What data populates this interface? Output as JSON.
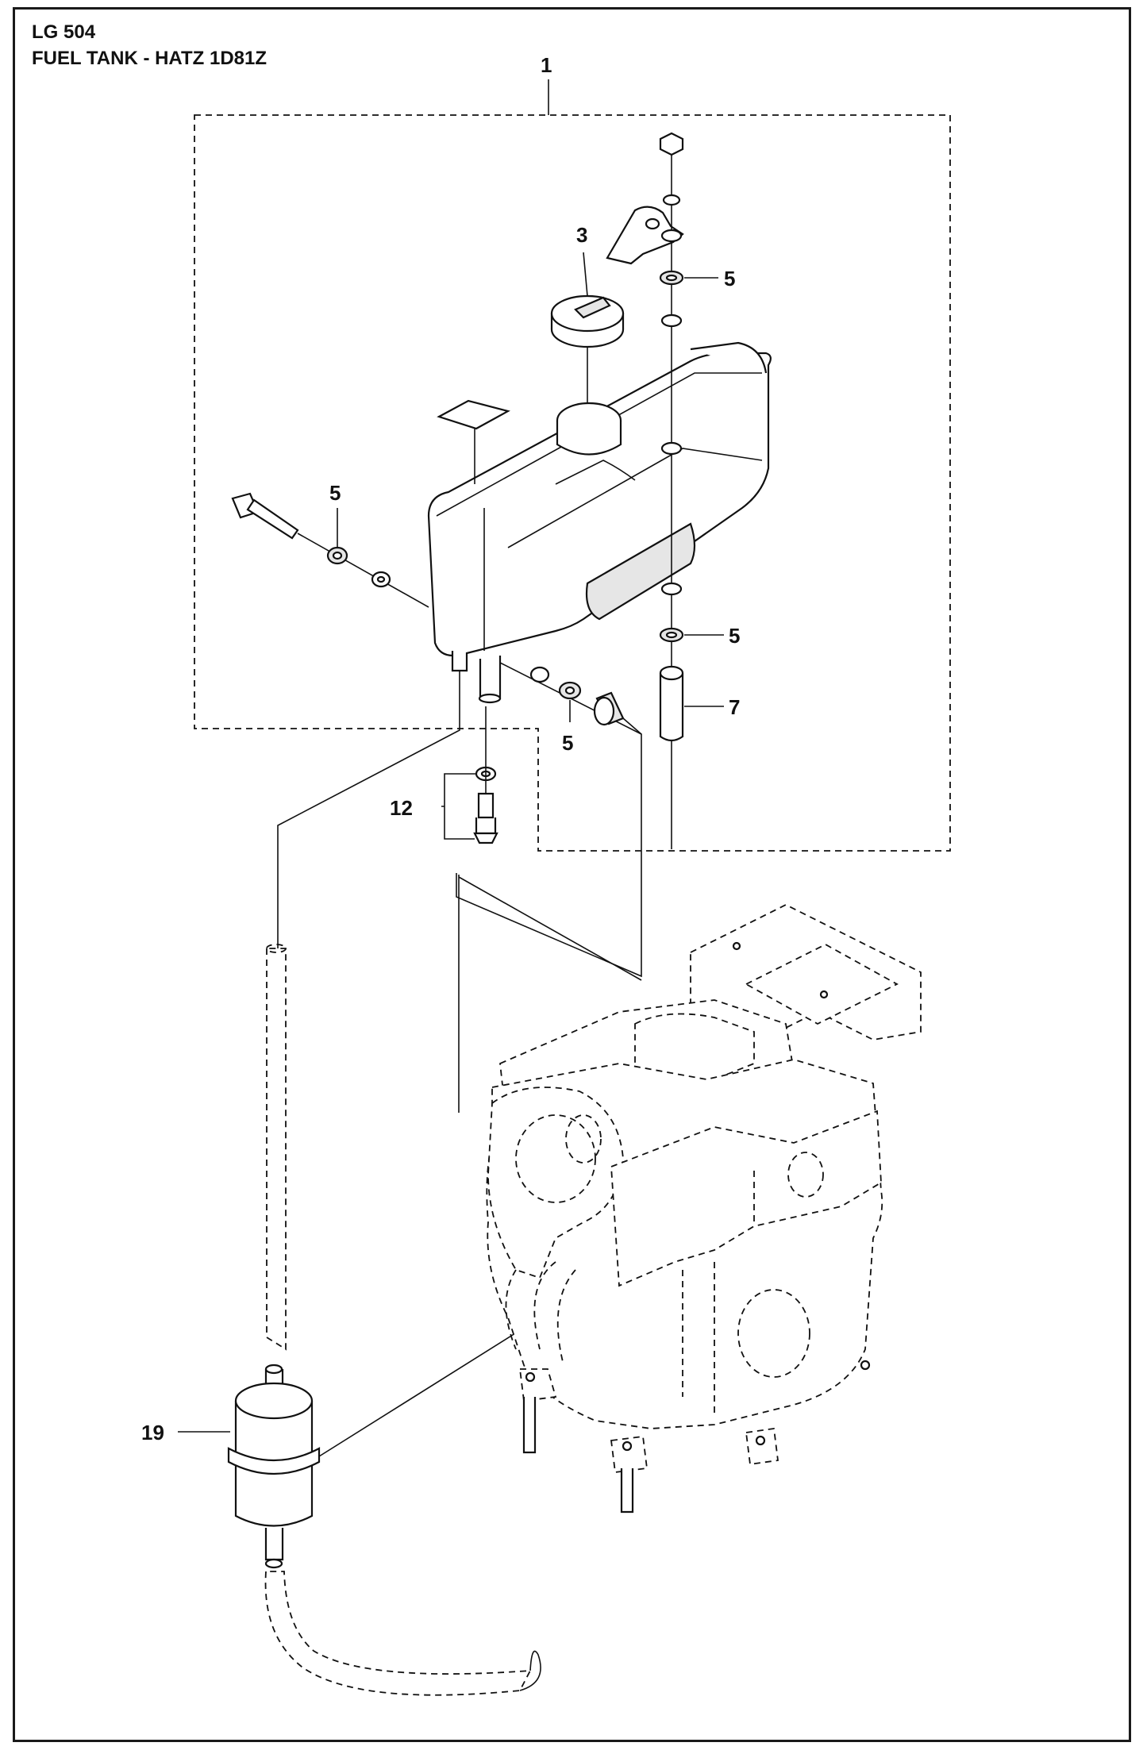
{
  "header": {
    "model": "LG 504",
    "title": "FUEL TANK - HATZ 1D81Z"
  },
  "callouts": {
    "c1": "1",
    "c3": "3",
    "c5a": "5",
    "c5b": "5",
    "c5c": "5",
    "c5d": "5",
    "c7": "7",
    "c12": "12",
    "c19": "19"
  }
}
